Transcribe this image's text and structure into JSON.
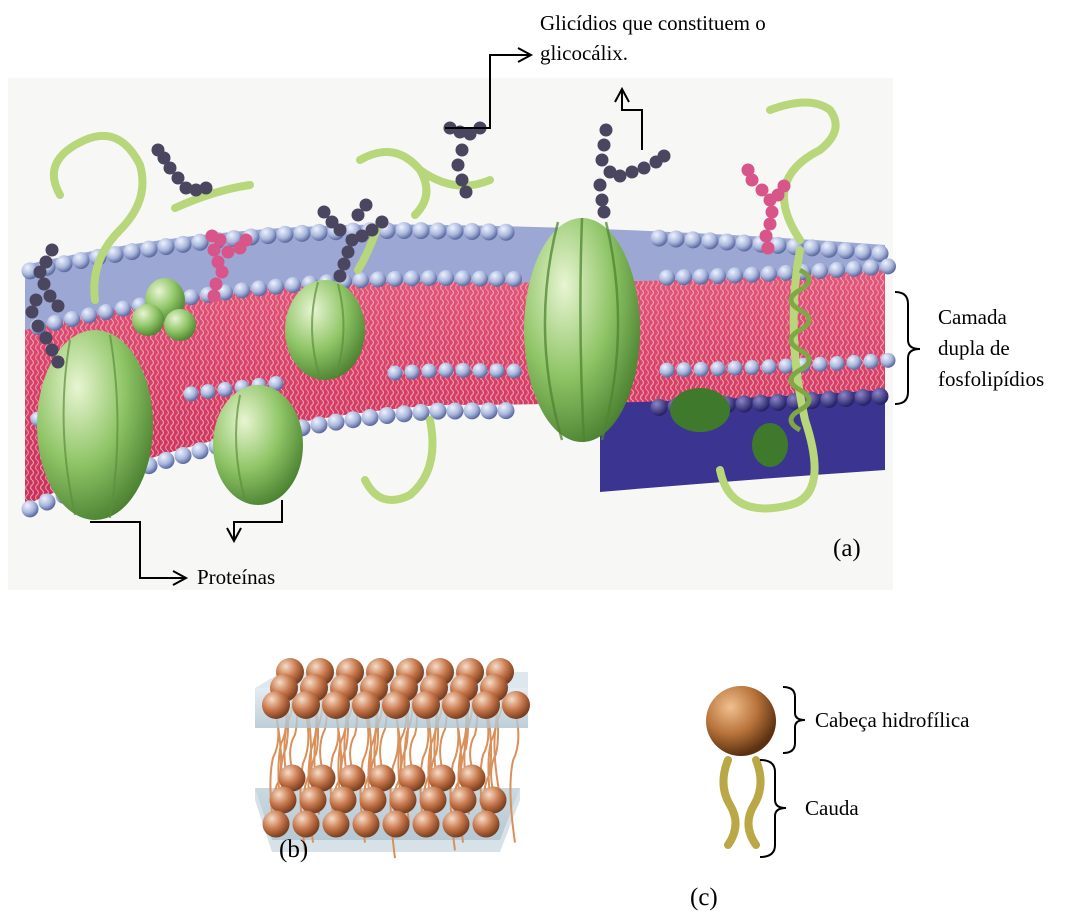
{
  "labels": {
    "glycocalyx": [
      "Glicídios que constituem o",
      "glicocálix."
    ],
    "bilayer": [
      "Camada",
      "dupla de",
      "fosfolipídios"
    ],
    "proteins": "Proteínas",
    "panel_a": "(a)",
    "panel_b": "(b)",
    "panel_c": "(c)",
    "head": "Cabeça hidrofílica",
    "tail": "Cauda"
  },
  "colors": {
    "lipid_core": "#d9456b",
    "lipid_head": "#a9b7dc",
    "lipid_dark": "#3b3490",
    "protein": "#7fb55a",
    "protein_light": "#c4dfa0",
    "carb_dark": "#4a4660",
    "carb_pink": "#d8558a",
    "sphere": "#c8784c",
    "glass": "#c9dbe4",
    "tail": "#b9a845"
  }
}
